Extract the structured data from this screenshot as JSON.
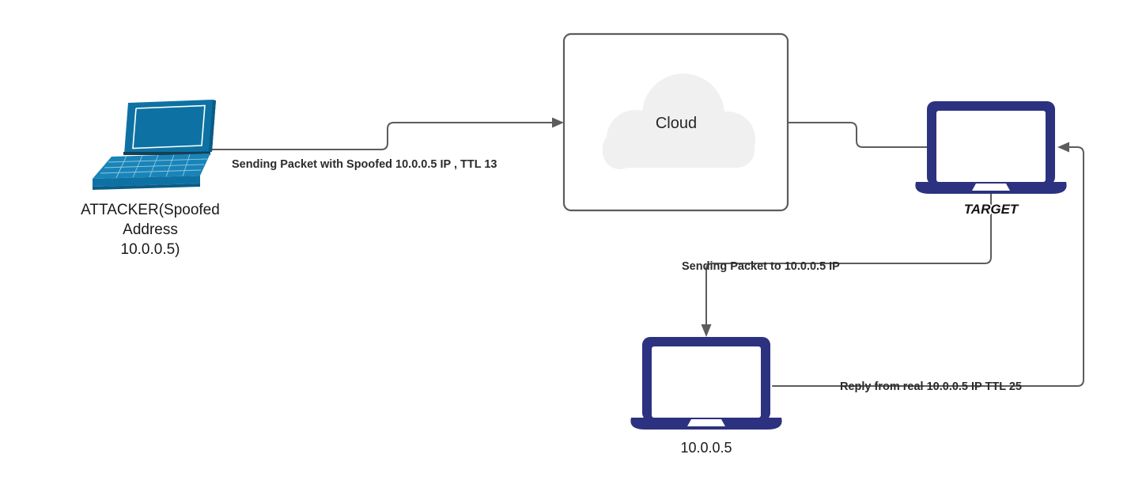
{
  "diagram": {
    "title": "IP spoofing with TTL analysis network diagram",
    "background_color": "#FFFFFF",
    "colors": {
      "attacker_device": "#0D72A3",
      "laptop_navy": "#2C3180",
      "edge_stroke": "#5C5C5C",
      "cloud_fill": "#F0F0F0",
      "box_border": "#5C5C5C",
      "text": "#1A1A1A"
    }
  },
  "nodes": {
    "attacker": {
      "icon": "laptop-isometric-icon",
      "label_line1": "ATTACKER(Spoofed",
      "label_line2": "Address",
      "label_line3": "10.0.0.5)"
    },
    "cloud": {
      "icon": "cloud-icon",
      "label": "Cloud",
      "container_shape": "rounded-rectangle"
    },
    "target": {
      "icon": "laptop-front-icon",
      "label": "TARGET"
    },
    "victim": {
      "icon": "laptop-front-icon",
      "label": "10.0.0.5"
    }
  },
  "edges": [
    {
      "id": "attacker-to-cloud",
      "label": "Sending Packet with Spoofed 10.0.0.5 IP , TTL 13",
      "from": "attacker",
      "to": "cloud",
      "arrow": "end"
    },
    {
      "id": "cloud-to-target",
      "label": "",
      "from": "cloud",
      "to": "target",
      "arrow": "none"
    },
    {
      "id": "target-to-victim",
      "label": "Sending Packet to 10.0.0.5 IP",
      "from": "target",
      "to": "victim",
      "arrow": "end"
    },
    {
      "id": "victim-to-target",
      "label": "Reply from real 10.0.0.5 IP TTL 25",
      "from": "victim",
      "to": "target",
      "arrow": "end"
    }
  ]
}
